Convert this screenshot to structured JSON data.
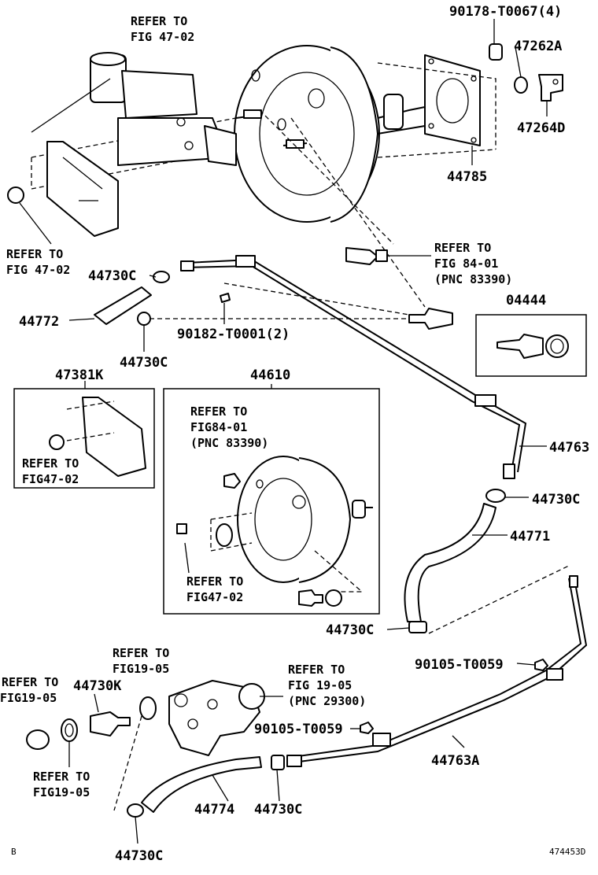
{
  "labels": {
    "p90178": "90178-T0067(4)",
    "p47262A": "47262A",
    "p47264D": "47264D",
    "p44785": "44785",
    "ref4702_top": [
      "REFER TO",
      "FIG 47-02"
    ],
    "ref4702_left": [
      "REFER TO",
      "FIG 47-02"
    ],
    "ref8401_top": [
      "REFER TO",
      "FIG 84-01",
      "(PNC 83390)"
    ],
    "p44730C_a": "44730C",
    "p44772": "44772",
    "p90182": "90182-T0001(2)",
    "p44730C_b": "44730C",
    "p04444": "04444",
    "p47381K": "47381K",
    "ref4702_box": [
      "REFER TO",
      "FIG47-02"
    ],
    "p44610": "44610",
    "ref8401_box": [
      "REFER TO",
      "FIG84-01",
      "(PNC 83390)"
    ],
    "ref4702_box2": [
      "REFER TO",
      "FIG47-02"
    ],
    "p44763": "44763",
    "p44730C_c": "44730C",
    "p44771": "44771",
    "p44730C_d": "44730C",
    "ref1905_a": [
      "REFER TO",
      "FIG19-05"
    ],
    "ref1905_b": [
      "REFER TO",
      "FIG 19-05",
      "(PNC 29300)"
    ],
    "ref1905_c": [
      "REFER TO",
      "FIG19-05"
    ],
    "p44730K": "44730K",
    "ref1905_d": [
      "REFER TO",
      "FIG19-05"
    ],
    "p90105_a": "90105-T0059",
    "p90105_b": "90105-T0059",
    "p44763A": "44763A",
    "p44774": "44774",
    "p44730C_e": "44730C",
    "p44730C_f": "44730C",
    "corner_mark": "B",
    "drawing_no": "474453D"
  }
}
